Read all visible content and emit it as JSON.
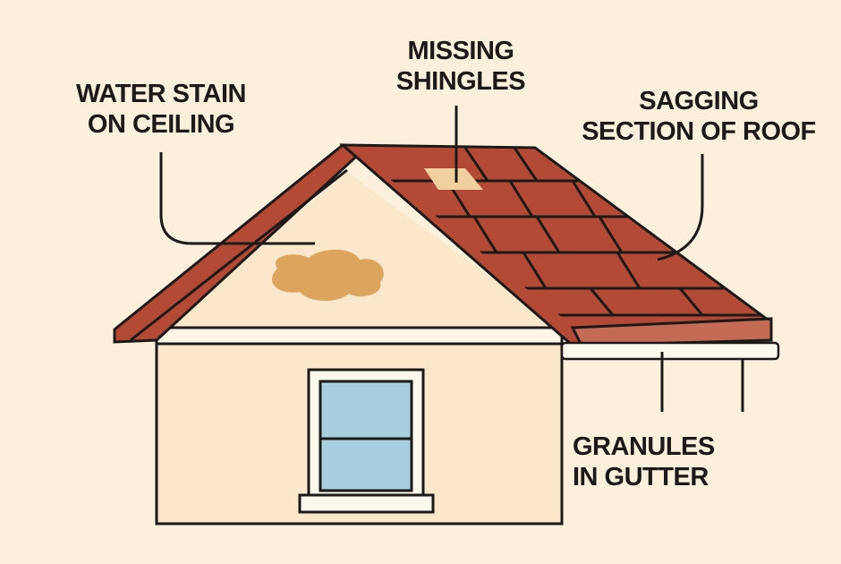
{
  "labels": {
    "water_stain": [
      "WATER STAIN",
      "ON CEILING"
    ],
    "missing_shingles": [
      "MISSING",
      "SHINGLES"
    ],
    "sagging": [
      "SAGGING",
      "SECTION OF ROOF"
    ],
    "granules": [
      "GRANULES",
      "IN GUTTER"
    ]
  },
  "colors": {
    "background": "#fbf0dc",
    "roof": "#b44a36",
    "wall": "#fbe8cc",
    "stain": "#dca45d",
    "glass": "#a7cfe0",
    "outline": "#1c1a18"
  }
}
